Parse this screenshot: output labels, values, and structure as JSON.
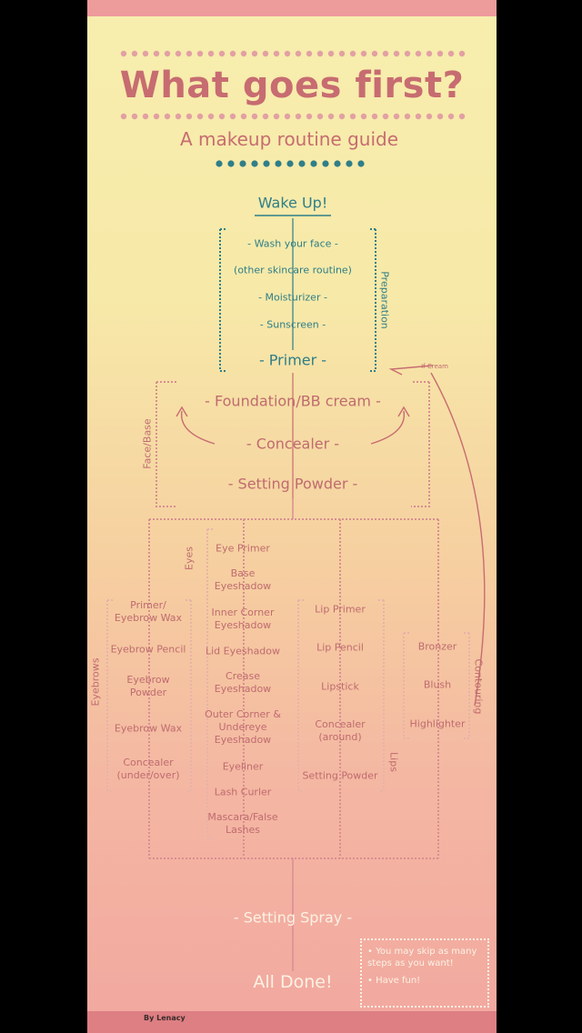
{
  "title": "What goes first?",
  "subtitle": "A makeup routine guide",
  "start": "Wake Up!",
  "preparation": {
    "label": "Preparation",
    "steps": [
      "- Wash your face -",
      "(other skincare routine)",
      "- Moisturizer -",
      "- Sunscreen -"
    ],
    "primer": "- Primer -"
  },
  "face_base": {
    "label": "Face/Base",
    "foundation": "- Foundation/BB cream -",
    "concealer": "- Concealer -",
    "setting_powder": "- Setting Powder -",
    "if_cream": "If Cream"
  },
  "eyes": {
    "label": "Eyes",
    "steps": [
      "Eye Primer",
      "Base Eyeshadow",
      "Inner Corner Eyeshadow",
      "Lid Eyeshadow",
      "Crease Eyeshadow",
      "Outer Corner & Undereye Eyeshadow",
      "Eyeliner",
      "Lash Curler",
      "Mascara/False Lashes"
    ]
  },
  "eyebrows": {
    "label": "Eyebrows",
    "steps": [
      "Primer/ Eyebrow Wax",
      "Eyebrow Pencil",
      "Eyebrow Powder",
      "Eyebrow Wax",
      "Concealer (under/over)"
    ]
  },
  "lips": {
    "label": "Lips",
    "steps": [
      "Lip Primer",
      "Lip Pencil",
      "Lipstick",
      "Concealer (around)",
      "Setting Powder"
    ]
  },
  "contouring": {
    "label": "Contouring",
    "steps": [
      "Bronzer",
      "Blush",
      "Highlighter"
    ]
  },
  "setting_spray": "- Setting Spray -",
  "end": "All Done!",
  "notes": [
    "You may skip as many steps as you want!",
    "Have fun!"
  ],
  "bullet": "•",
  "credit": "By Lenacy",
  "colors": {
    "pink": "#bf6b6f",
    "teal": "#2f7e88",
    "white": "#fbf2e4",
    "band": "#ee9b9c"
  }
}
